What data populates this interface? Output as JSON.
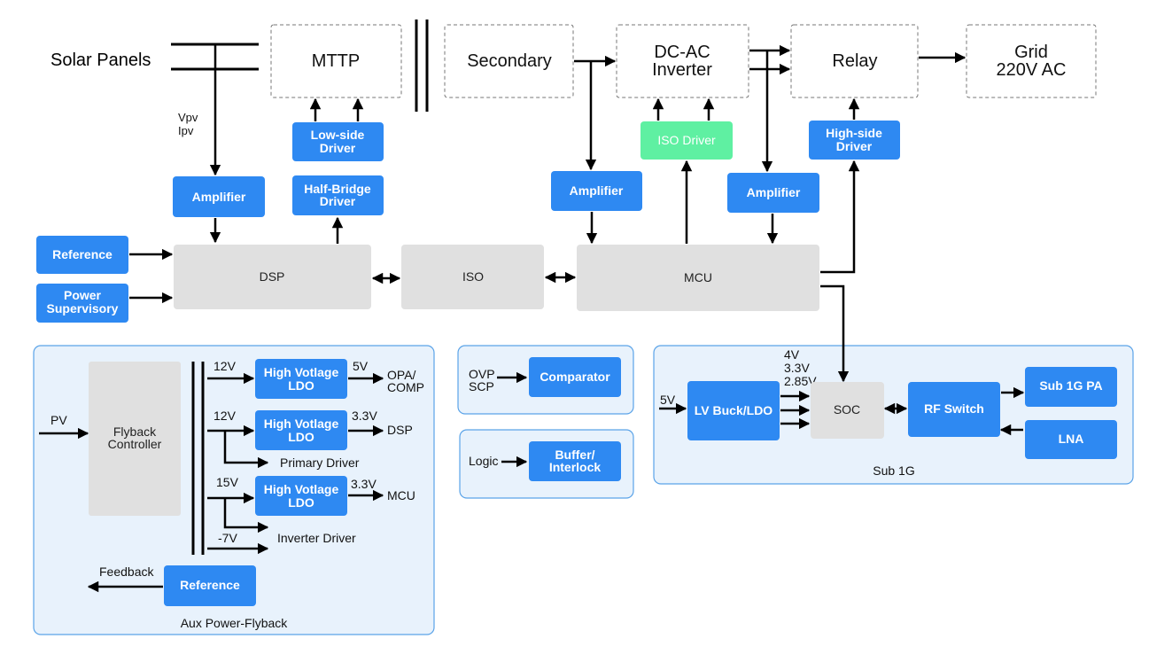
{
  "top_row": {
    "solar_panels": "Solar Panels",
    "mttp": "MTTP",
    "secondary": "Secondary",
    "dc_ac_line1": "DC-AC",
    "dc_ac_line2": "Inverter",
    "relay": "Relay",
    "grid_line1": "Grid",
    "grid_line2": "220V AC"
  },
  "signals": {
    "vpv": "Vpv",
    "ipv": "Ipv"
  },
  "drivers": {
    "low_side_line1": "Low-side",
    "low_side_line2": "Driver",
    "half_bridge_line1": "Half-Bridge",
    "half_bridge_line2": "Driver",
    "iso_driver": "ISO Driver",
    "high_side_line1": "High-side",
    "high_side_line2": "Driver"
  },
  "amplifiers": {
    "label": "Amplifier"
  },
  "control": {
    "dsp": "DSP",
    "iso": "ISO",
    "mcu": "MCU",
    "reference": "Reference",
    "power_sup_line1": "Power",
    "power_sup_line2": "Supervisory"
  },
  "aux_panel": {
    "title": "Aux Power-Flyback",
    "pv": "PV",
    "flyback_line1": "Flyback",
    "flyback_line2": "Controller",
    "rail1_in": "12V",
    "rail2_in": "12V",
    "rail3_in": "15V",
    "rail4_in": "-7V",
    "ldo_line1": "High Votlage",
    "ldo_line2": "LDO",
    "ldo1_out": "5V",
    "ldo2_out": "3.3V",
    "ldo3_out": "3.3V",
    "opa_line1": "OPA/",
    "opa_line2": "COMP",
    "dsp_dest": "DSP",
    "mcu_dest": "MCU",
    "primary_driver": "Primary Driver",
    "inverter_driver": "Inverter Driver",
    "feedback": "Feedback",
    "reference": "Reference"
  },
  "protect_panel": {
    "ovp": "OVP",
    "scp": "SCP",
    "comparator": "Comparator"
  },
  "logic_panel": {
    "logic": "Logic",
    "buffer_line1": "Buffer/",
    "buffer_line2": "Interlock"
  },
  "sub1g_panel": {
    "title": "Sub 1G",
    "in_5v": "5V",
    "out_4v": "4V",
    "out_33v": "3.3V",
    "out_285v": "2.85V",
    "lv_buck": "LV Buck/LDO",
    "soc": "SOC",
    "rf_switch": "RF Switch",
    "pa": "Sub 1G PA",
    "lna": "LNA"
  },
  "colors": {
    "blue_block": "#2e89f2",
    "green_block": "#5ff0a2",
    "gray_block": "#e0e0e0",
    "panel_fill": "#e8f2fc",
    "panel_stroke": "#5aa3e8",
    "dashed_stroke": "#777777",
    "line": "#000000"
  }
}
